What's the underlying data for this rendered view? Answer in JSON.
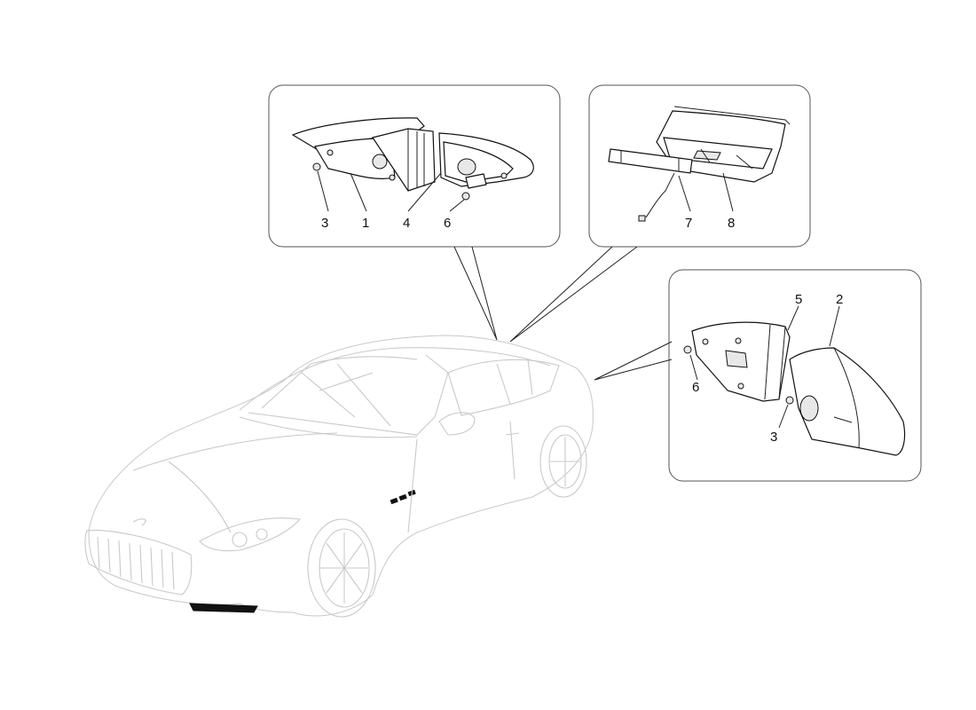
{
  "diagram": {
    "labels": {
      "p1": "1",
      "p2": "2",
      "p3a": "3",
      "p3b": "3",
      "p4": "4",
      "p5": "5",
      "p6a": "6",
      "p6b": "6",
      "p7": "7",
      "p8": "8"
    }
  }
}
